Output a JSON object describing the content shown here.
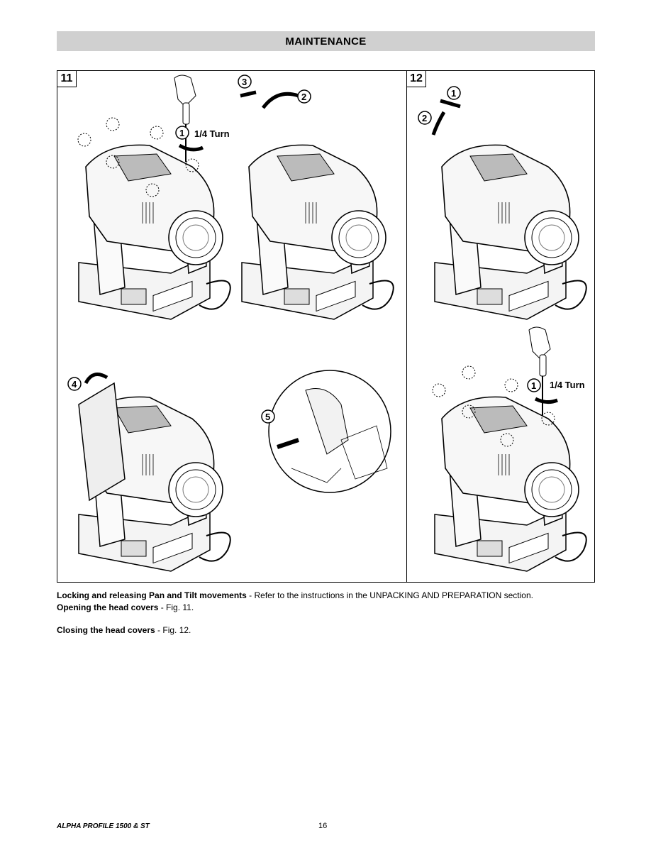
{
  "section": {
    "title": "MAINTENANCE"
  },
  "figures": {
    "fig11": {
      "number": "11",
      "steps": [
        "1",
        "2",
        "3",
        "4",
        "5"
      ],
      "turn_label": "1/4 Turn"
    },
    "fig12": {
      "number": "12",
      "steps": [
        "1",
        "2",
        "1"
      ],
      "turn_label": "1/4 Turn"
    }
  },
  "body": {
    "line1": {
      "bold": "Locking and releasing Pan and Tilt movements",
      "rest": " - Refer to the instructions in the UNPACKING AND PREPARATION section."
    },
    "line2": {
      "bold": "Opening the head covers",
      "rest": " - Fig. 11."
    },
    "line3": {
      "bold": "Closing the head covers",
      "rest": " - Fig. 12."
    }
  },
  "footer": {
    "product": "ALPHA PROFILE 1500 & ST",
    "page": "16"
  }
}
